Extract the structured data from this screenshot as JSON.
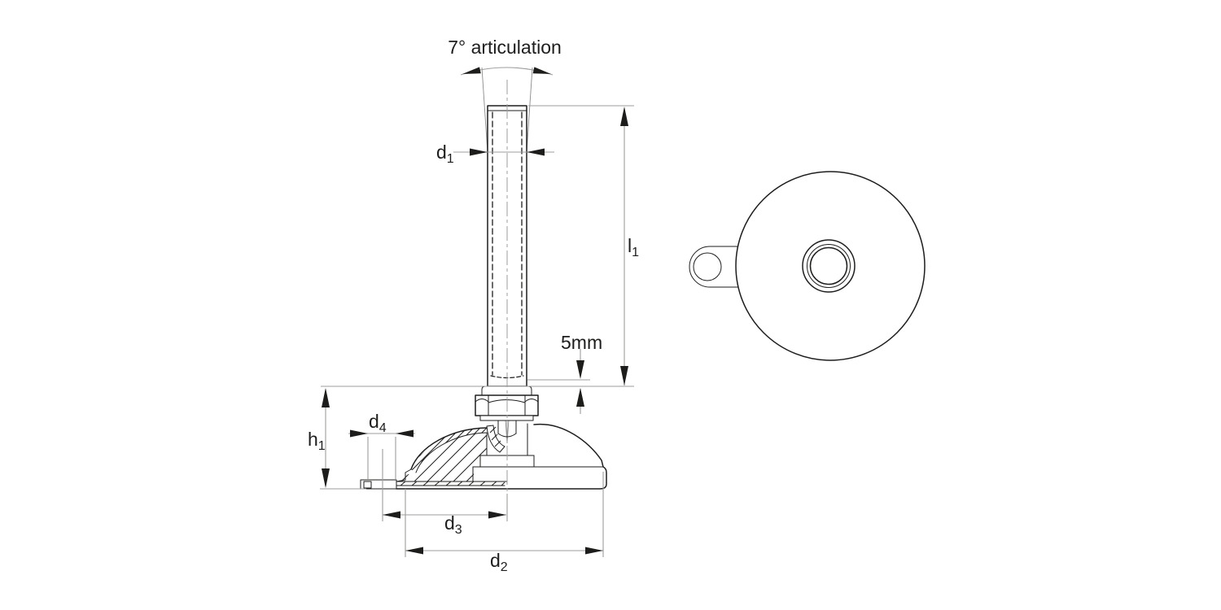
{
  "drawing": {
    "dimension_labels": {
      "articulation": "7° articulation",
      "d1": {
        "base": "d",
        "sub": "1"
      },
      "l1": {
        "base": "l",
        "sub": "1"
      },
      "thread_reserve": "5mm",
      "h1": {
        "base": "h",
        "sub": "1"
      },
      "d4": {
        "base": "d",
        "sub": "4"
      },
      "d3": {
        "base": "d",
        "sub": "3"
      },
      "d2": {
        "base": "d",
        "sub": "2"
      }
    },
    "colors": {
      "line": "#1d1d1b",
      "dimension_line": "#9d9d9c",
      "background": "#ffffff"
    }
  }
}
